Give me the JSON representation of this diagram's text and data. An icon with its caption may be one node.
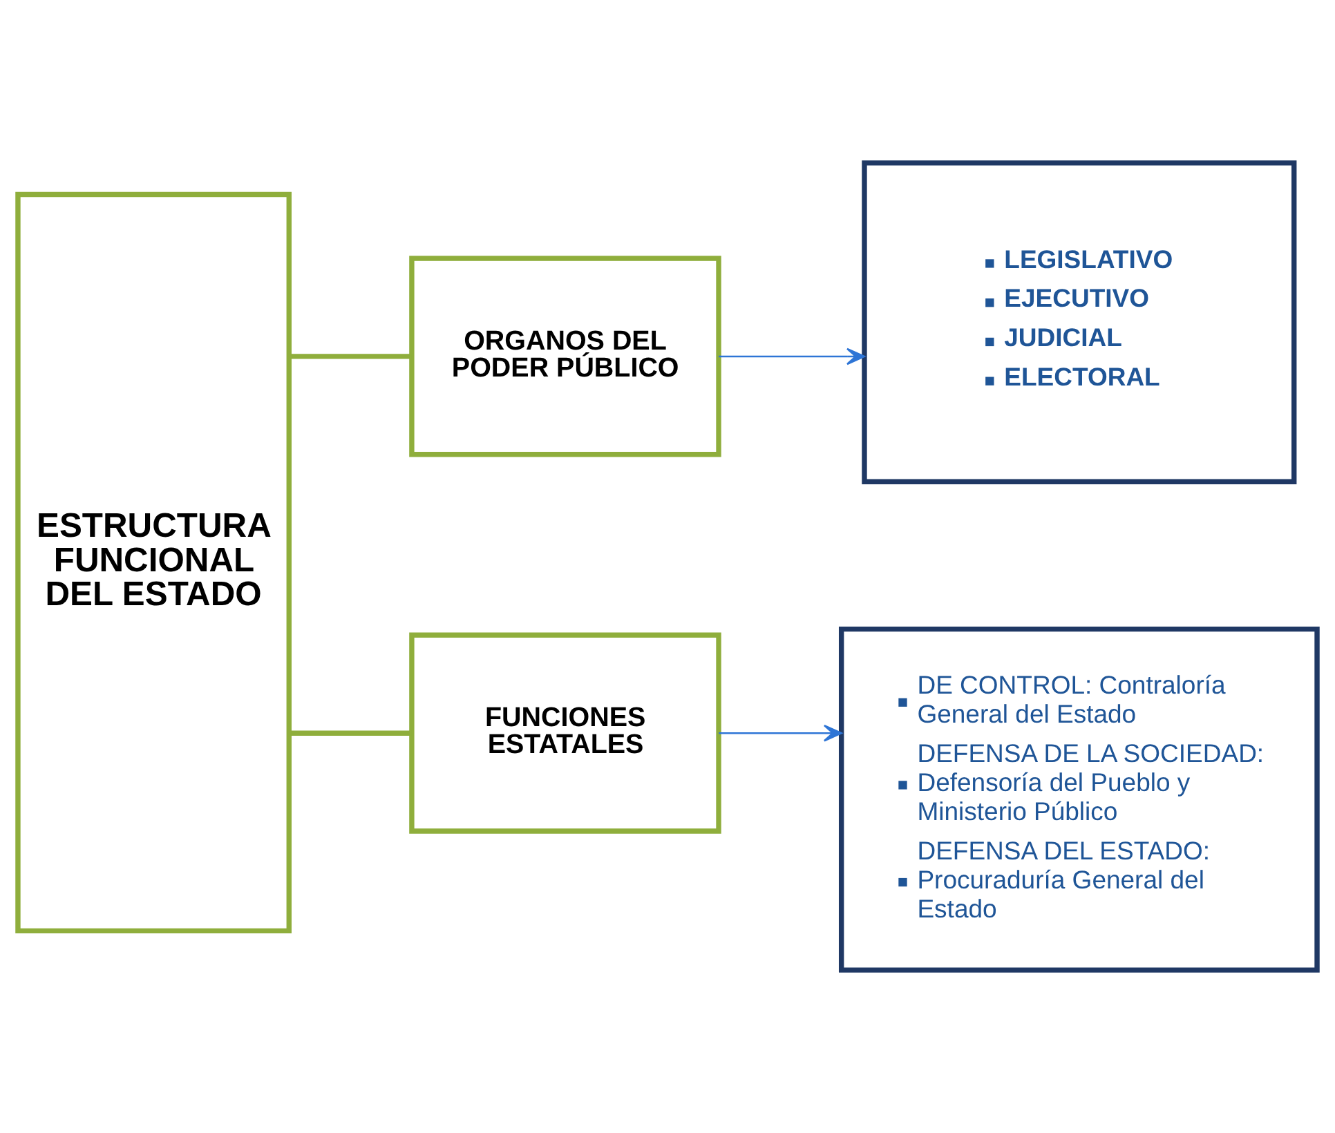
{
  "diagram": {
    "nodes": [
      {
        "text": [
          "ESTRUCTURA FUNCIONAL DEL ESTADO"
        ]
      },
      {
        "text": [
          "ORGANOS DEL PODER PÚBLICO"
        ]
      },
      {
        "text": [
          "LEGISLATIVO",
          "EJECUTIVO",
          "JUDICIAL",
          "ELECTORAL"
        ]
      },
      {
        "text": [
          "FUNCIONES ESTATALES"
        ]
      },
      {
        "text": [
          "DE CONTROL: Contraloría General del Estado",
          "DEFENSA DE LA SOCIEDAD:  Defensoría del Pueblo y Ministerio Público",
          "DEFENSA DEL ESTADO: Procuraduría General del Estado"
        ]
      }
    ],
    "edges": [
      {
        "from": 0,
        "to": 1,
        "arrow": "none",
        "style": "thick",
        "color": "#8fae3c"
      },
      {
        "from": 0,
        "to": 3,
        "arrow": "none",
        "style": "thick",
        "color": "#8fae3c"
      },
      {
        "from": 1,
        "to": 2,
        "arrow": "to",
        "color": "#2e75d6"
      },
      {
        "from": 3,
        "to": 4,
        "arrow": "to",
        "color": "#2e75d6"
      }
    ]
  }
}
